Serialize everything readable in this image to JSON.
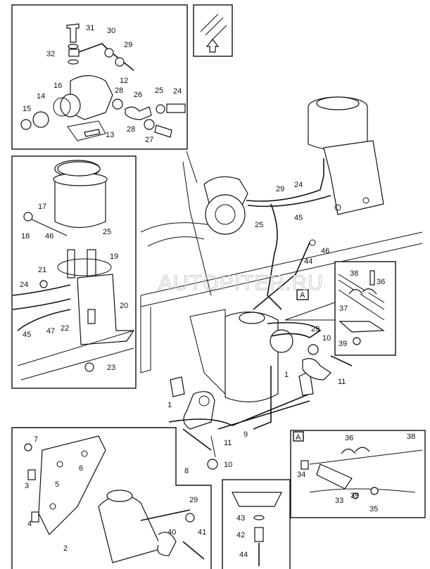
{
  "watermark": "AUTOPITER.RU",
  "callout_letter": "A",
  "panels": {
    "pump": [
      "31",
      "30",
      "32",
      "29",
      "12",
      "16",
      "14",
      "28",
      "26",
      "25",
      "24",
      "15",
      "13",
      "28",
      "27"
    ],
    "reservoir": [
      "17",
      "18",
      "46",
      "25",
      "19",
      "21",
      "24",
      "20",
      "47",
      "22",
      "45",
      "23"
    ],
    "main": [
      "29",
      "24",
      "25",
      "45",
      "46",
      "44",
      "29",
      "10",
      "1",
      "1",
      "11",
      "9",
      "11",
      "8",
      "10"
    ],
    "clip_detail": [
      "38",
      "36",
      "37",
      "39"
    ],
    "detail_a": [
      "36",
      "38",
      "34",
      "33",
      "39",
      "35"
    ],
    "bracket": [
      "7",
      "3",
      "6",
      "5",
      "4",
      "2",
      "29",
      "40",
      "41"
    ],
    "fitting": [
      "43",
      "42",
      "44"
    ]
  }
}
